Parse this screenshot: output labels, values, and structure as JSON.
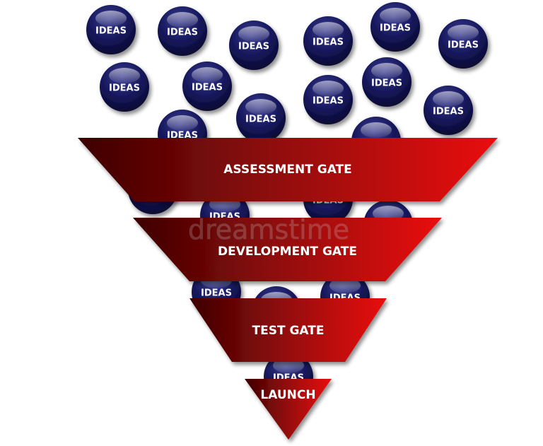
{
  "ball": {
    "label": "IDEAS"
  },
  "gates": [
    {
      "id": "assessment",
      "label": "ASSESSMENT GATE"
    },
    {
      "id": "development",
      "label": "DEVELOPMENT GATE"
    },
    {
      "id": "test",
      "label": "TEST GATE"
    },
    {
      "id": "launch",
      "label": "LAUNCH"
    }
  ],
  "watermark": "dreamstime",
  "colors": {
    "ball": "#14145a",
    "ball_highlight": "#6f72b8",
    "gate_dark": "#4a0303",
    "gate_mid": "#8e0b0b",
    "gate_bright": "#e30b0b"
  }
}
